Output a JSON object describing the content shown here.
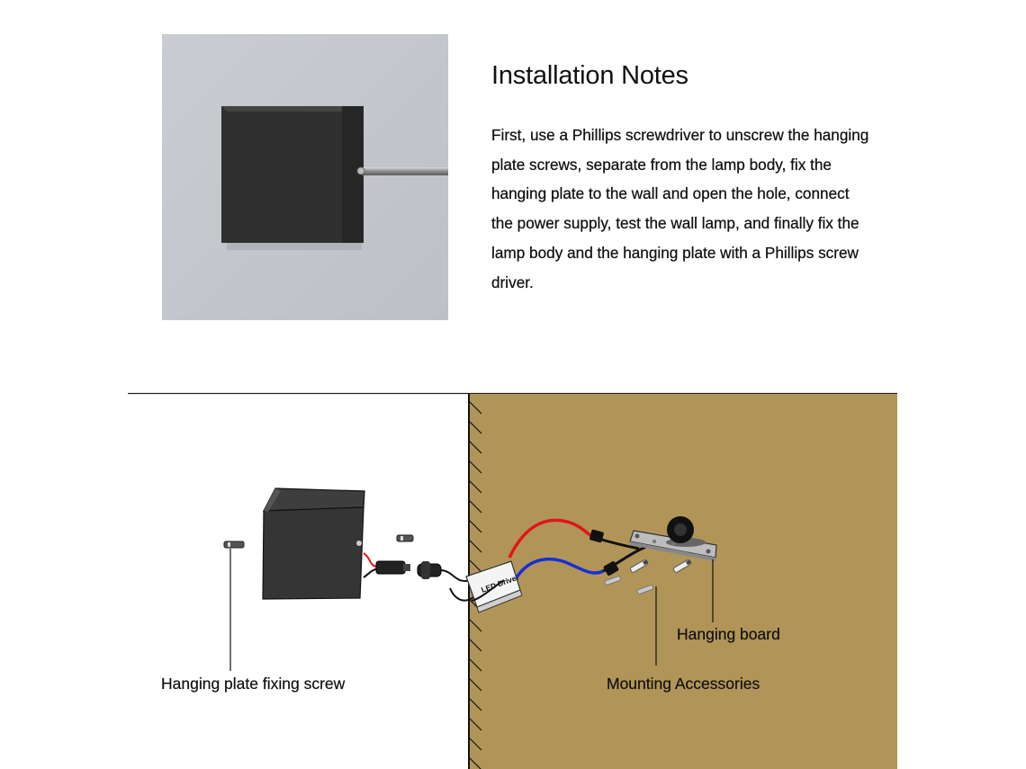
{
  "notes": {
    "title": "Installation Notes",
    "body": "First, use a Phillips screwdriver to unscrew the hanging plate screws, separate from the lamp body, fix the hanging plate to the wall and open the hole, connect the power supply, test the wall lamp, and finally fix the lamp body and the hanging plate with a Phillips screw driver."
  },
  "diagram": {
    "driver_label": "LED Driver",
    "labels": {
      "fixing_screw": "Hanging plate fixing screw",
      "hanging_board": "Hanging board",
      "mounting_accessories": "Mounting Accessories"
    }
  },
  "colors": {
    "wall": "#b19558",
    "lamp": "#353535",
    "wire_red": "#e3141b",
    "wire_blue": "#1730d6",
    "photo_bg": "#c6c9cd"
  }
}
